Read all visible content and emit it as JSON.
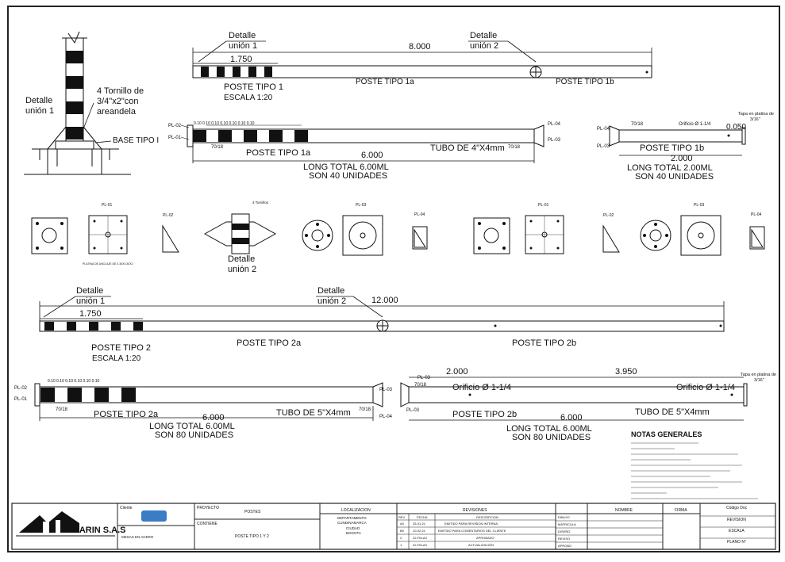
{
  "pole1": {
    "detail_label_1": "Detalle\nunión 1",
    "detail_label_2": "Detalle\nunión 2",
    "total_length": "8.000",
    "segment_length": "1.750",
    "name": "POSTE TIPO 1",
    "scale": "ESCALA 1:20",
    "part_a": "POSTE TIPO 1a",
    "part_b": "POSTE TIPO 1b"
  },
  "union1_detail": {
    "title": "Detalle\nunión 1",
    "bolts": "4 Tornillo de\n3/4\"x2\"con\nareandela",
    "base": "BASE TIPO I"
  },
  "pole1a": {
    "pl_left_top": "PL-02",
    "pl_left_bottom": "PL-01",
    "angle": "70/18",
    "name": "POSTE TIPO 1a",
    "length": "6.000",
    "tube": "TUBO DE 4\"X4mm",
    "pl_right_top": "PL-04",
    "pl_right_bottom": "PL-03",
    "total": "LONG TOTAL 6.00ML",
    "units": "SON 40 UNIDADES"
  },
  "pole1b": {
    "pl_top": "PL-04",
    "pl_bottom": "PL-03",
    "angle": "70/18",
    "hole": "Orificio Ø 1-1/4",
    "cap_note": "Tapa en platina de 3/16\"",
    "end_dim": "0.050",
    "name": "POSTE TIPO 1b",
    "length": "2.000",
    "total": "LONG TOTAL 2.00ML",
    "units": "SON 40 UNIDADES"
  },
  "plates_row": {
    "labels": [
      "PL-01",
      "PL-02",
      "PL-03",
      "PL-04",
      "PL-01",
      "PL-02",
      "PL-03",
      "PL-04"
    ],
    "union2_title": "Detalle\nunión 2"
  },
  "pole2": {
    "detail_label_1": "Detalle\nunión 1",
    "detail_label_2": "Detalle\nunión 2",
    "total_length": "12.000",
    "segment_length": "1.750",
    "name": "POSTE TIPO 2",
    "scale": "ESCALA 1:20",
    "part_a": "POSTE TIPO 2a",
    "part_b": "POSTE TIPO 2b"
  },
  "pole2a": {
    "pl_left_top": "PL-02",
    "pl_left_bottom": "PL-01",
    "angle": "70/18",
    "name": "POSTE TIPO 2a",
    "length": "6.000",
    "tube": "TUBO DE 5\"X4mm",
    "pl_right_top": "PL-03",
    "pl_right_bottom": "PL-04",
    "right_angle": "70/18",
    "total": "LONG TOTAL 6.00ML",
    "units": "SON 80 UNIDADES"
  },
  "pole2b": {
    "pl_top": "PL-03",
    "pl_bottom": "PL-03",
    "angle": "70/18",
    "dim1": "2.000",
    "dim2": "3.950",
    "hole1": "Orificio Ø 1-1/4",
    "hole2": "Orificio Ø 1-1/4",
    "cap_note": "Tapa en platina de 3/16\"",
    "name": "POSTE TIPO 2b",
    "length": "6.000",
    "tube": "TUBO DE 5\"X4mm",
    "total": "LONG TOTAL 6.00ML",
    "units": "SON 80 UNIDADES"
  },
  "notes": {
    "title": "NOTAS GENERALES"
  },
  "title_block": {
    "company": "ECOARIN S.A.S",
    "cliente_label": "Cliente",
    "proyecto_label": "PROYECTO",
    "proyecto": "POSTES",
    "contiene_label": "CONTIENE",
    "contiene": "POSTE TIPO 1 Y 2",
    "localizacion_label": "LOCALIZACION",
    "departamento_label": "DEPARTAMENTO",
    "departamento": "CUNDINAMARCA",
    "ciudad_label": "CIUDAD",
    "ciudad": "BOGOTA",
    "revisiones_label": "REVISIONES",
    "rev_headers": [
      "REV",
      "FECHA",
      "DESCRIPCION"
    ],
    "rev_rows": [
      [
        "A0",
        "25-01-21",
        "EMITIDO PARA REVISION INTERNA"
      ],
      [
        "B0",
        "10-02-21",
        "EMITIDO PARA COMENTARIOS DEL CLIENTE"
      ],
      [
        "C",
        "22-FM-A3",
        "APROBADO"
      ],
      [
        "1",
        "22-FM-A3",
        "ACTUALIZACIÓN"
      ]
    ],
    "roles": [
      "DIBUJO",
      "MATRICULA",
      "DISEÑO",
      "REVISO",
      "APROBO"
    ],
    "nombre_label": "NOMBRE",
    "firma_label": "FIRMA",
    "code_label": "Código Doc",
    "revision_label": "REVISION",
    "escala_label": "ESCALA",
    "plano_label": "PLANO N°"
  }
}
